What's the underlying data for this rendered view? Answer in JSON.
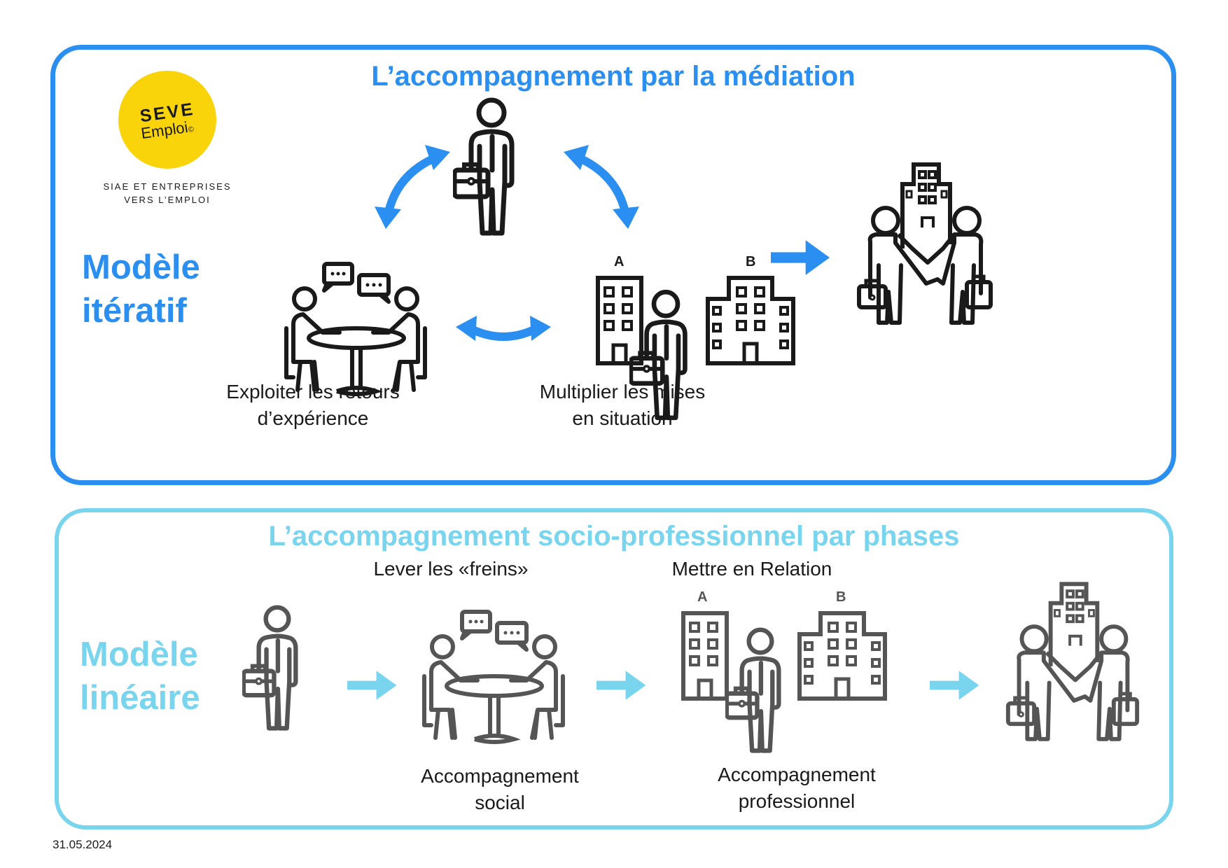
{
  "top_panel": {
    "title": "L’accompagnement par la médiation",
    "model_line1": "Modèle",
    "model_line2": "itératif",
    "caption_left_line1": "Exploiter les retours",
    "caption_left_line2": "d’expérience",
    "caption_right_line1": "Multiplier les mises",
    "caption_right_line2": "en situation",
    "building_a": "A",
    "building_b": "B"
  },
  "logo": {
    "word1": "SEVE",
    "word2": "Emploi",
    "mark": "©",
    "tagline_line1": "SIAE ET ENTREPRISES",
    "tagline_line2": "VERS L’EMPLOI"
  },
  "bottom_panel": {
    "title": "L’accompagnement socio-professionnel par phases",
    "model_line1": "Modèle",
    "model_line2": "linéaire",
    "label_top_1": "Lever les «freins»",
    "label_top_2": "Mettre en Relation",
    "caption_1_line1": "Accompagnement",
    "caption_1_line2": "social",
    "caption_2_line1": "Accompagnement",
    "caption_2_line2": "professionnel",
    "building_a": "A",
    "building_b": "B"
  },
  "footer": {
    "date": "31.05.2024"
  },
  "colors": {
    "top_accent": "#2a8ff0",
    "bottom_accent": "#79d4ee",
    "logo_yellow": "#fad40a",
    "icon_dark": "#1a1a1a",
    "icon_grey": "#555555"
  }
}
